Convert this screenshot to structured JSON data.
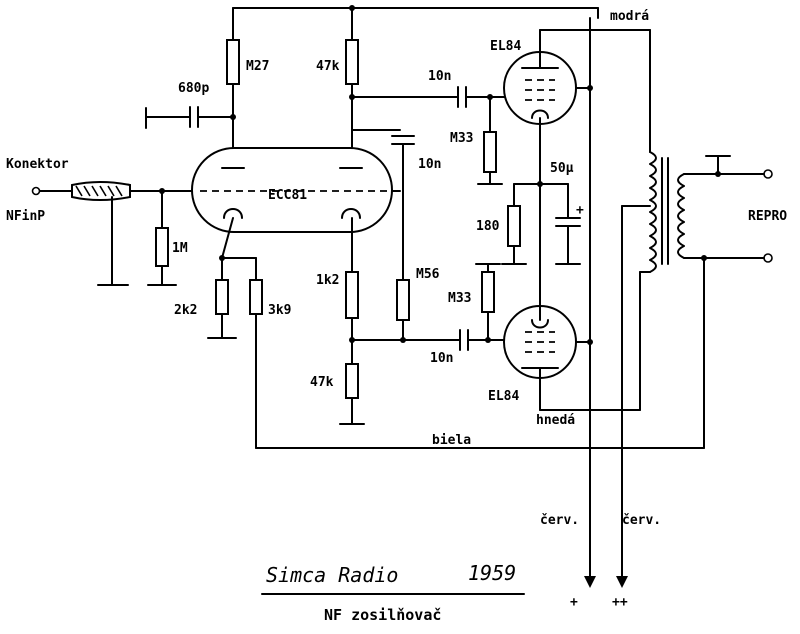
{
  "labels": {
    "connector": "Konektor",
    "nf_input": "NFinP",
    "r_1m": "1M",
    "c_680p": "680p",
    "r_m27": "M27",
    "r_47k_top": "47k",
    "r_2k2": "2k2",
    "r_3k9": "3k9",
    "r_1k2": "1k2",
    "r_47k_bottom": "47k",
    "r_m56": "M56",
    "c_10n_mid": "10n",
    "c_10n_top": "10n",
    "c_10n_bottom": "10n",
    "r_m33_top": "M33",
    "r_m33_bottom": "M33",
    "r_180": "180",
    "c_50u": "50μ",
    "polarity_plus": "+",
    "tube_ecc81": "ECC81",
    "tube_el84_top": "EL84",
    "tube_el84_bottom": "EL84",
    "wire_blue": "modrá",
    "wire_brown": "hnedá",
    "wire_white": "biela",
    "wire_red_1": "červ.",
    "wire_red_2": "červ.",
    "speaker": "REPRO",
    "supply_plus": "+",
    "supply_plusplus": "++",
    "title": "Simca Radio",
    "year": "1959",
    "subtitle": "NF zosilňovač"
  }
}
